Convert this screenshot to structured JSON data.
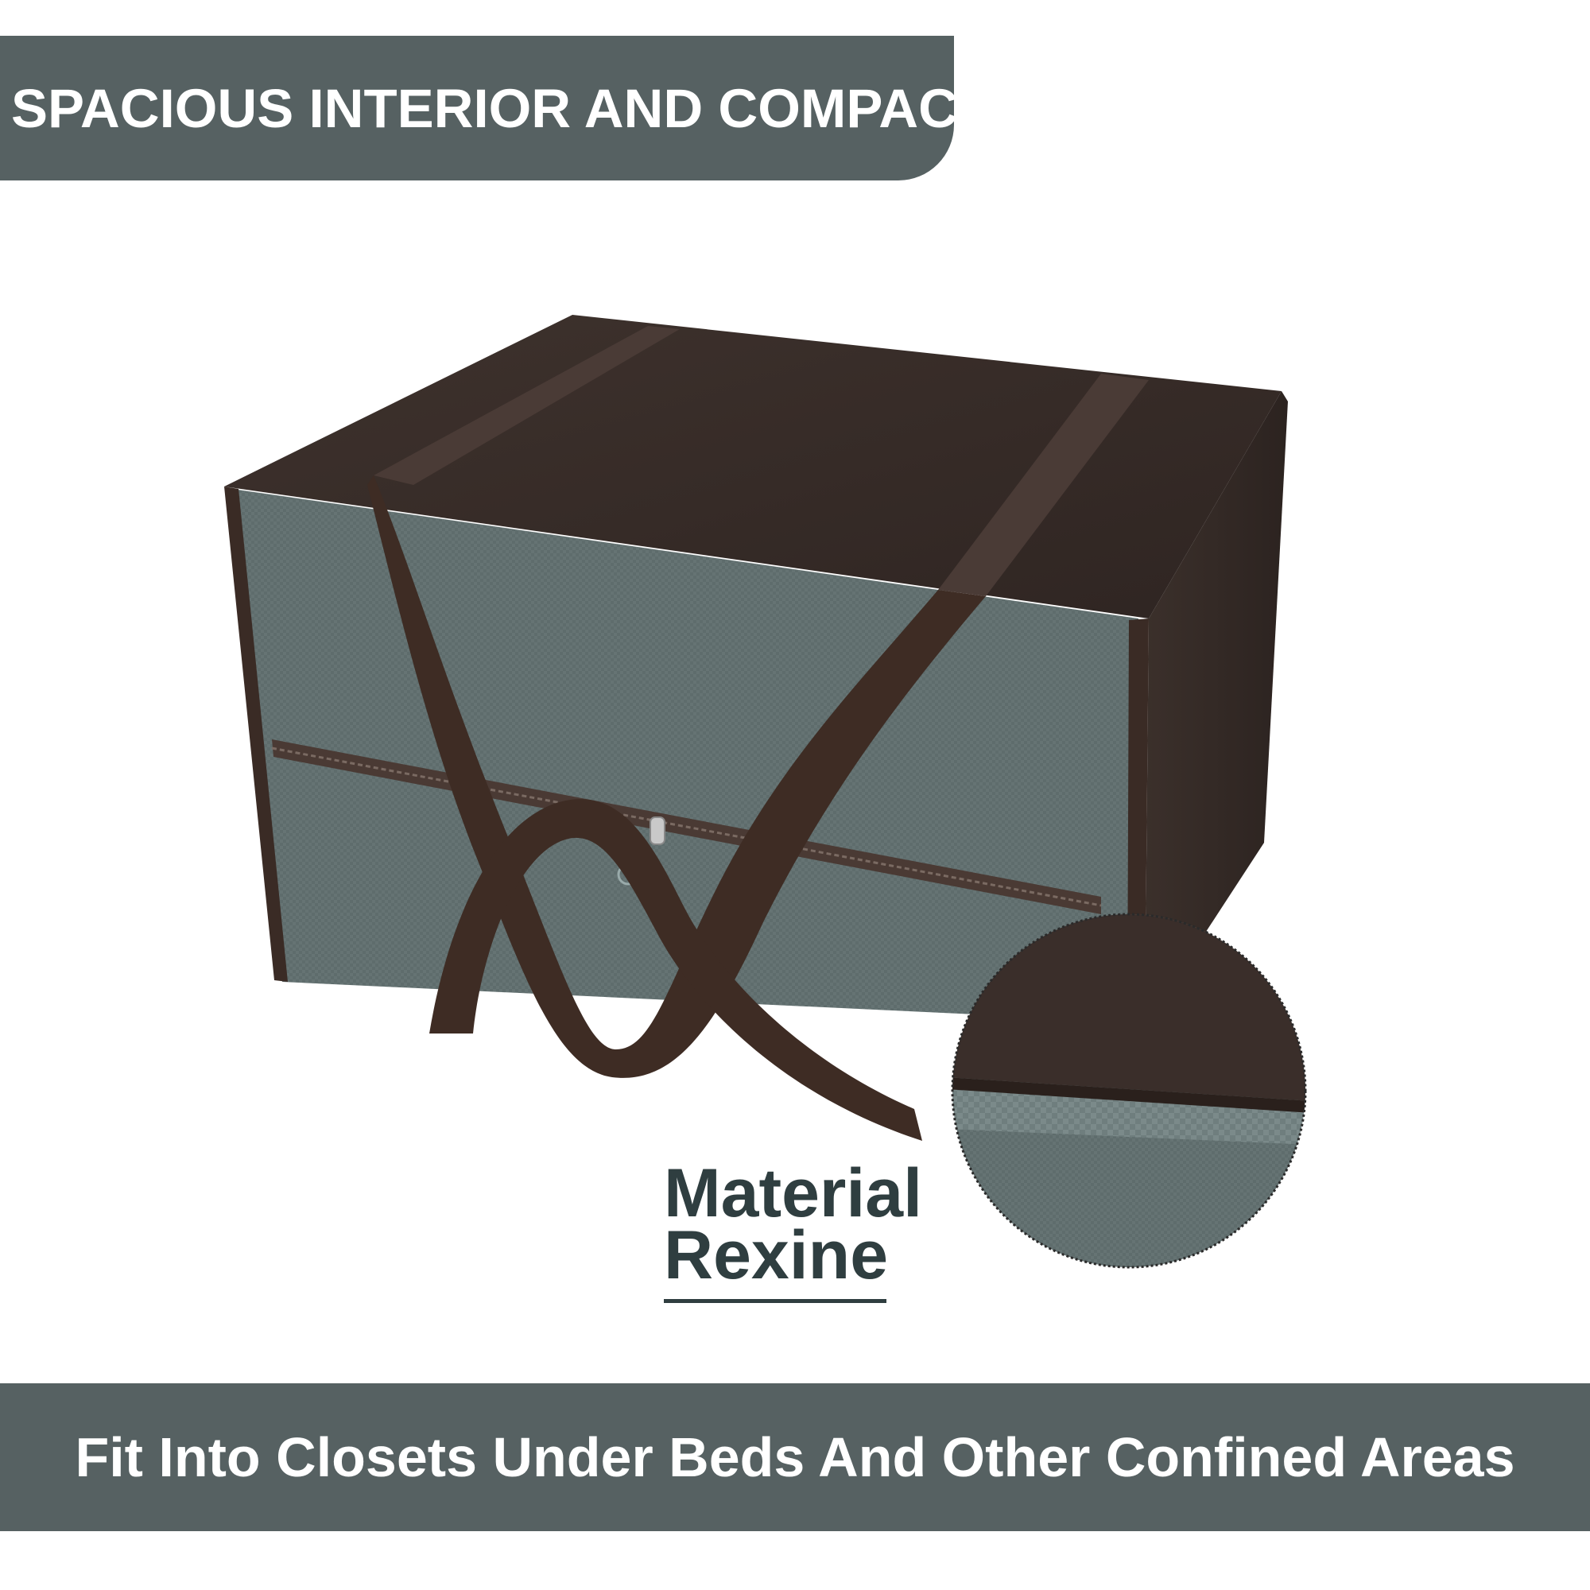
{
  "top_banner": {
    "text": "SPACIOUS INTERIOR AND COMPACT"
  },
  "material": {
    "line1": "Material",
    "line2": "Rexine"
  },
  "bottom_banner": {
    "text": "Fit Into Closets Under Beds And Other Confined Areas"
  },
  "colors": {
    "banner": "#566162",
    "box_teal": "#5c6a6a",
    "box_brown": "#3a2e2a",
    "label_text": "#2f3e40"
  }
}
